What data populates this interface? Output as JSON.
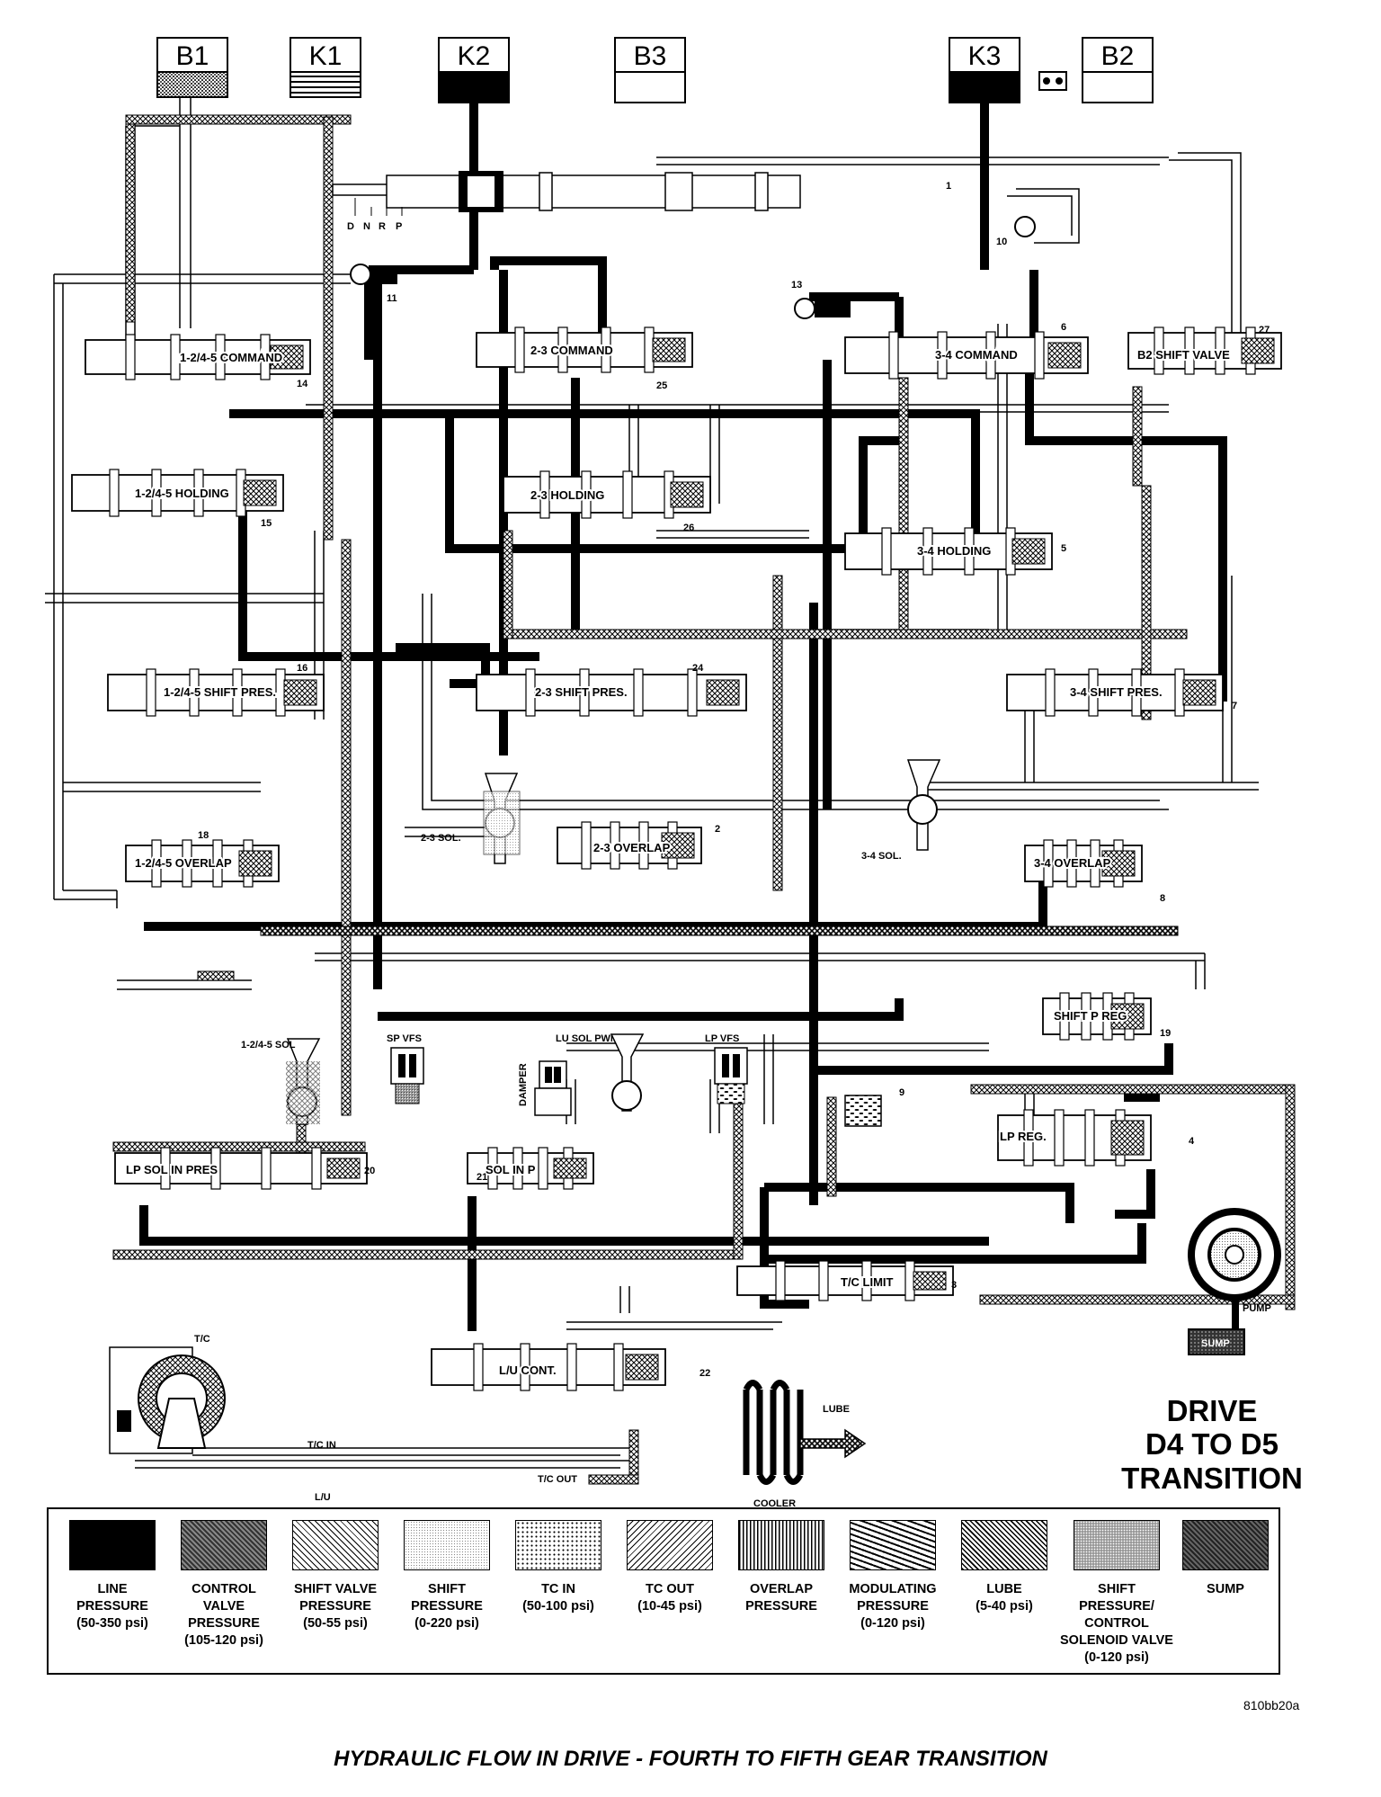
{
  "clutches": [
    {
      "label": "B1",
      "fill": "control"
    },
    {
      "label": "K1",
      "fill": "shift"
    },
    {
      "label": "K2",
      "fill": "line"
    },
    {
      "label": "B3",
      "fill": "none"
    },
    {
      "label": "K3",
      "fill": "line"
    },
    {
      "label": "B2",
      "fill": "none"
    }
  ],
  "manual_valve": {
    "positions": [
      "D",
      "N",
      "R",
      "P"
    ],
    "number": "1"
  },
  "valves": [
    {
      "label": "1-2/4-5 COMMAND",
      "number": "14"
    },
    {
      "label": "2-3 COMMAND",
      "number": "25"
    },
    {
      "label": "3-4 COMMAND",
      "number": "6"
    },
    {
      "label": "B2 SHIFT VALVE",
      "number": "27"
    },
    {
      "label": "1-2/4-5 HOLDING",
      "number": "15"
    },
    {
      "label": "2-3 HOLDING",
      "number": "26"
    },
    {
      "label": "3-4 HOLDING",
      "number": "5"
    },
    {
      "label": "1-2/4-5 SHIFT PRES.",
      "number": "16"
    },
    {
      "label": "2-3 SHIFT PRES.",
      "number": "24"
    },
    {
      "label": "3-4 SHIFT PRES.",
      "number": "7"
    },
    {
      "label": "1-2/4-5 OVERLAP",
      "number": "18"
    },
    {
      "label": "2-3 OVERLAP",
      "number": "2"
    },
    {
      "label": "3-4 OVERLAP",
      "number": "8"
    },
    {
      "label": "SHIFT P REG",
      "number": "19"
    },
    {
      "label": "LP REG.",
      "number": "4"
    },
    {
      "label": "LP SOL IN PRES",
      "number": "20"
    },
    {
      "label": "SOL IN P",
      "number": "21"
    },
    {
      "label": "T/C LIMIT",
      "number": "3"
    },
    {
      "label": "L/U CONT.",
      "number": "22"
    }
  ],
  "check_balls": [
    "10",
    "11",
    "13",
    "9"
  ],
  "solenoids": [
    {
      "label": "2-3 SOL."
    },
    {
      "label": "3-4 SOL."
    },
    {
      "label": "1-2/4-5\nSOL"
    },
    {
      "label": "SP VFS"
    },
    {
      "label": "LU SOL\nPWM"
    },
    {
      "label": "DAMPER"
    },
    {
      "label": "LP VFS"
    }
  ],
  "components": {
    "torque_converter": "T/C",
    "pump": "PUMP",
    "sump": "SUMP",
    "cooler": "COOLER",
    "lube": "LUBE",
    "tc_in": "T/C IN",
    "tc_out": "T/C OUT",
    "lockup": "L/U"
  },
  "title_lines": [
    "DRIVE",
    "D4 TO D5",
    "TRANSITION"
  ],
  "legend": [
    {
      "label": "LINE\nPRESSURE\n(50-350 psi)",
      "pattern": "line"
    },
    {
      "label": "CONTROL\nVALVE\nPRESSURE\n(105-120 psi)",
      "pattern": "control"
    },
    {
      "label": "SHIFT VALVE\nPRESSURE\n(50-55 psi)",
      "pattern": "shiftvalve"
    },
    {
      "label": "SHIFT\nPRESSURE\n(0-220 psi)",
      "pattern": "shift"
    },
    {
      "label": "TC IN\n(50-100 psi)",
      "pattern": "tcin"
    },
    {
      "label": "TC OUT\n(10-45 psi)",
      "pattern": "tcout"
    },
    {
      "label": "OVERLAP\nPRESSURE",
      "pattern": "overlap"
    },
    {
      "label": "MODULATING\nPRESSURE\n(0-120 psi)",
      "pattern": "modulating"
    },
    {
      "label": "LUBE\n(5-40 psi)",
      "pattern": "lube"
    },
    {
      "label": "SHIFT\nPRESSURE/\nCONTROL\nSOLENOID VALVE\n(0-120 psi)",
      "pattern": "shiftsol"
    },
    {
      "label": "SUMP",
      "pattern": "sump"
    }
  ],
  "figure_id": "810bb20a",
  "caption": "HYDRAULIC FLOW IN DRIVE - FOURTH TO FIFTH GEAR TRANSITION"
}
